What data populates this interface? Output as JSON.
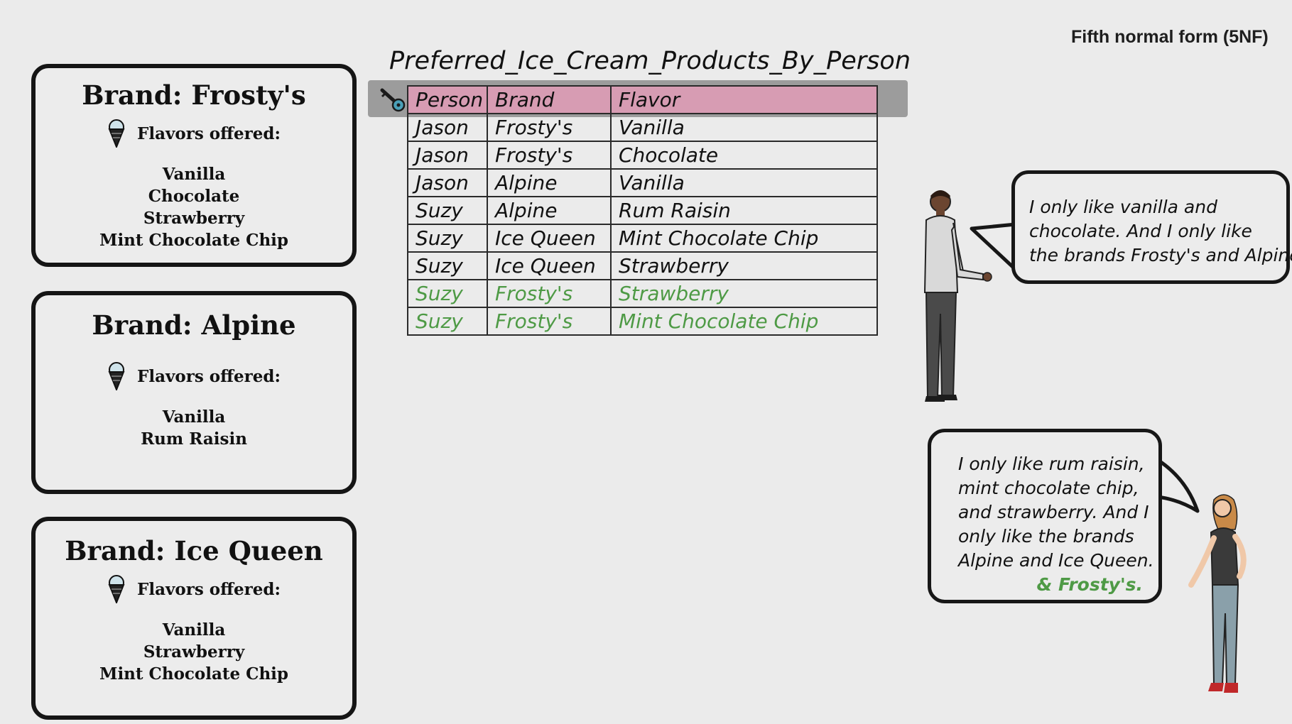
{
  "page_heading": "Fifth normal form (5NF)",
  "brands": [
    {
      "title": "Brand: Frosty's",
      "offered_label": "Flavors offered:",
      "flavors": [
        "Vanilla",
        "Chocolate",
        "Strawberry",
        "Mint Chocolate Chip"
      ]
    },
    {
      "title": "Brand: Alpine",
      "offered_label": "Flavors offered:",
      "flavors": [
        "Vanilla",
        "Rum Raisin"
      ]
    },
    {
      "title": "Brand: Ice Queen",
      "offered_label": "Flavors offered:",
      "flavors": [
        "Vanilla",
        "Strawberry",
        "Mint Chocolate Chip"
      ]
    }
  ],
  "table": {
    "title": "Preferred_Ice_Cream_Products_By_Person",
    "key_icon": "key-icon",
    "columns": [
      "Person",
      "Brand",
      "Flavor"
    ],
    "rows": [
      {
        "person": "Jason",
        "brand": "Frosty's",
        "flavor": "Vanilla",
        "added": false
      },
      {
        "person": "Jason",
        "brand": "Frosty's",
        "flavor": "Chocolate",
        "added": false
      },
      {
        "person": "Jason",
        "brand": "Alpine",
        "flavor": "Vanilla",
        "added": false
      },
      {
        "person": "Suzy",
        "brand": "Alpine",
        "flavor": "Rum Raisin",
        "added": false
      },
      {
        "person": "Suzy",
        "brand": "Ice Queen",
        "flavor": "Mint Chocolate Chip",
        "added": false
      },
      {
        "person": "Suzy",
        "brand": "Ice Queen",
        "flavor": "Strawberry",
        "added": false
      },
      {
        "person": "Suzy",
        "brand": "Frosty's",
        "flavor": "Strawberry",
        "added": true
      },
      {
        "person": "Suzy",
        "brand": "Frosty's",
        "flavor": "Mint Chocolate Chip",
        "added": true
      }
    ]
  },
  "bubbles": {
    "man": {
      "lines": [
        "I only like vanilla and",
        "chocolate. And I only like",
        "the brands Frosty's and Alpine."
      ]
    },
    "woman": {
      "lines": [
        "I only like rum raisin,",
        "mint chocolate chip,",
        "and strawberry. And I",
        "only like the brands",
        "Alpine and Ice Queen."
      ],
      "addition": "& Frosty's."
    }
  },
  "colors": {
    "header_row": "#d79cb3",
    "added_text": "#4e9a45",
    "background": "#ebebeb"
  }
}
